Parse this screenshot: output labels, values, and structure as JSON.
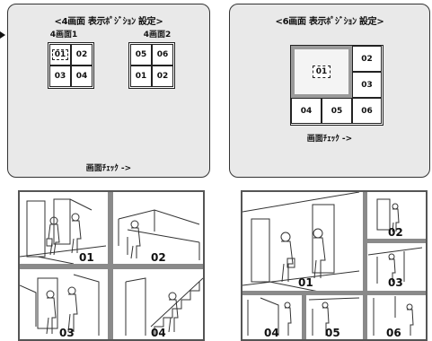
{
  "panel4": {
    "title": "<4画面 表示ﾎﾟｼﾞｼｮﾝ 設定>",
    "sub1": "4画面1",
    "sub2": "4画面2",
    "grid1": [
      "01",
      "02",
      "03",
      "04"
    ],
    "grid2": [
      "05",
      "06",
      "01",
      "02"
    ],
    "check": "画面ﾁｪｯｸ ->"
  },
  "panel6": {
    "title": "<6画面 表示ﾎﾟｼﾞｼｮﾝ 設定>",
    "cells": [
      "01",
      "02",
      "03",
      "04",
      "05",
      "06"
    ],
    "check": "画面ﾁｪｯｸ ->"
  },
  "photo4": {
    "labels": [
      "01",
      "02",
      "03",
      "04"
    ]
  },
  "photo6": {
    "labels": [
      "01",
      "02",
      "03",
      "04",
      "05",
      "06"
    ]
  }
}
